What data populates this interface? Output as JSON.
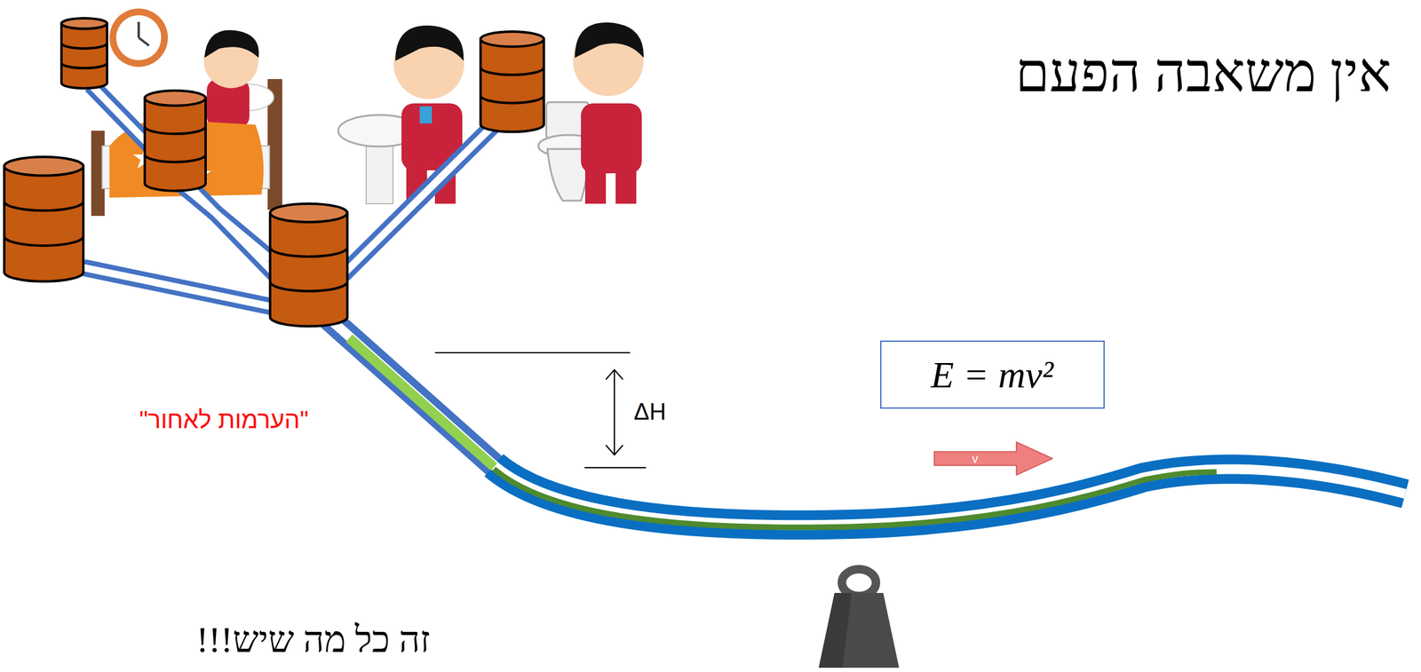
{
  "diagram": {
    "title": "אין משאבה הפעם",
    "nodes": [
      {
        "text": [
          "E = mv²"
        ]
      },
      {
        "text": [
          "v"
        ]
      }
    ],
    "labels": [
      "\"הערמות לאחור\"",
      "ΔH",
      "זה כל מה שיש!!!"
    ]
  }
}
